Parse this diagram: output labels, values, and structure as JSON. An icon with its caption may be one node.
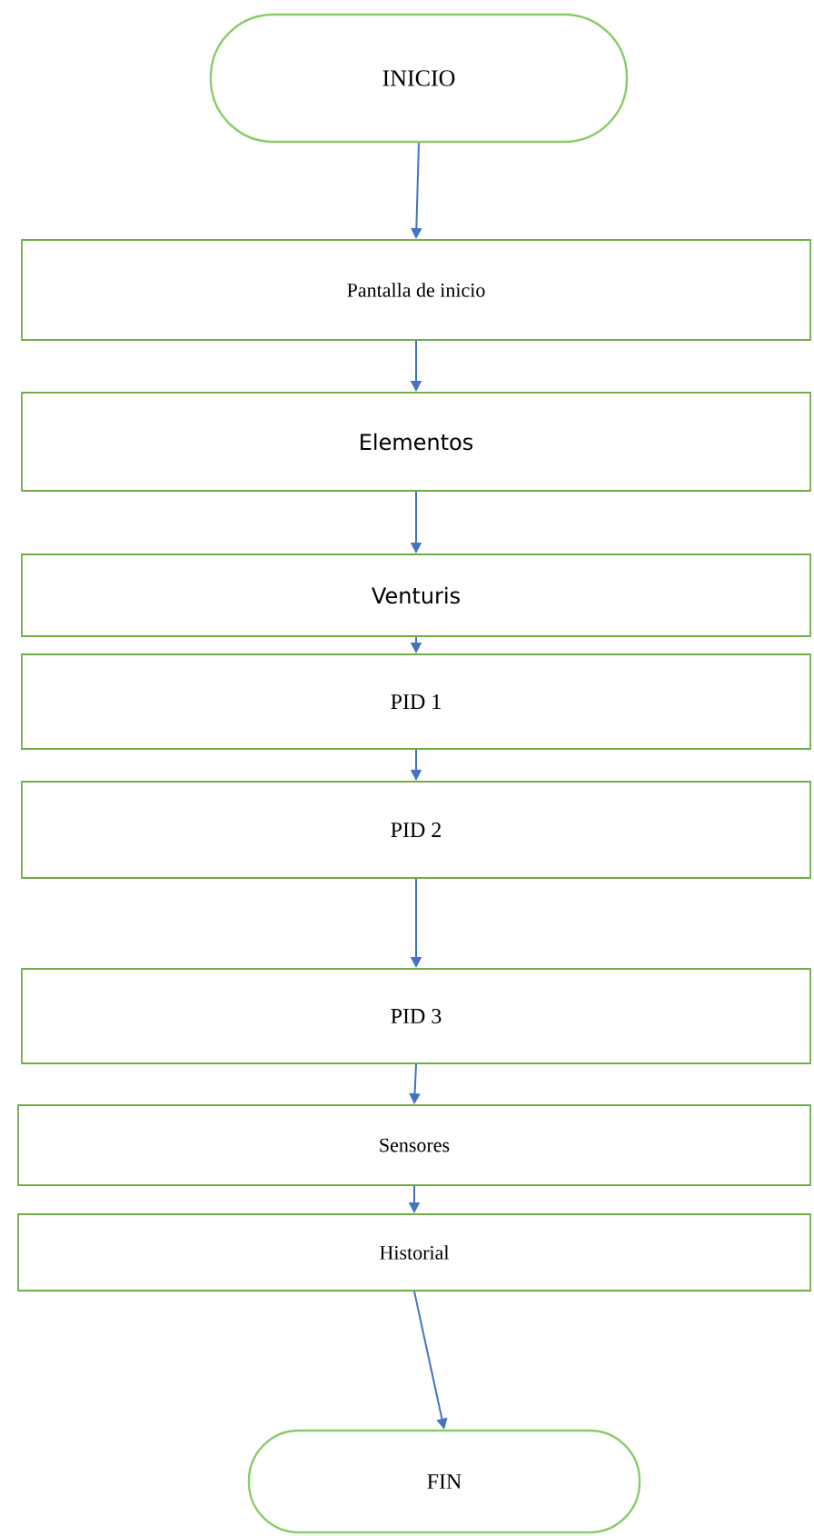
{
  "diagram": {
    "nodes": [
      {
        "text": [
          "INICIO"
        ]
      },
      {
        "text": [
          "Pantalla de inicio"
        ]
      },
      {
        "text": [
          "Elementos"
        ]
      },
      {
        "text": [
          "Venturis"
        ]
      },
      {
        "text": [
          "PID 1"
        ]
      },
      {
        "text": [
          "PID 2"
        ]
      },
      {
        "text": [
          "PID 3"
        ]
      },
      {
        "text": [
          "Sensores"
        ]
      },
      {
        "text": [
          "Historial"
        ]
      },
      {
        "text": [
          "FIN"
        ]
      }
    ],
    "edges": [
      {
        "from": 0,
        "to": 1,
        "arrow": "to"
      },
      {
        "from": 1,
        "to": 2,
        "arrow": "to"
      },
      {
        "from": 2,
        "to": 3,
        "arrow": "to"
      },
      {
        "from": 3,
        "to": 4,
        "arrow": "to"
      },
      {
        "from": 4,
        "to": 5,
        "arrow": "to"
      },
      {
        "from": 5,
        "to": 6,
        "arrow": "to"
      },
      {
        "from": 6,
        "to": 7,
        "arrow": "to"
      },
      {
        "from": 7,
        "to": 8,
        "arrow": "to"
      },
      {
        "from": 8,
        "to": 9,
        "arrow": "to"
      }
    ]
  }
}
